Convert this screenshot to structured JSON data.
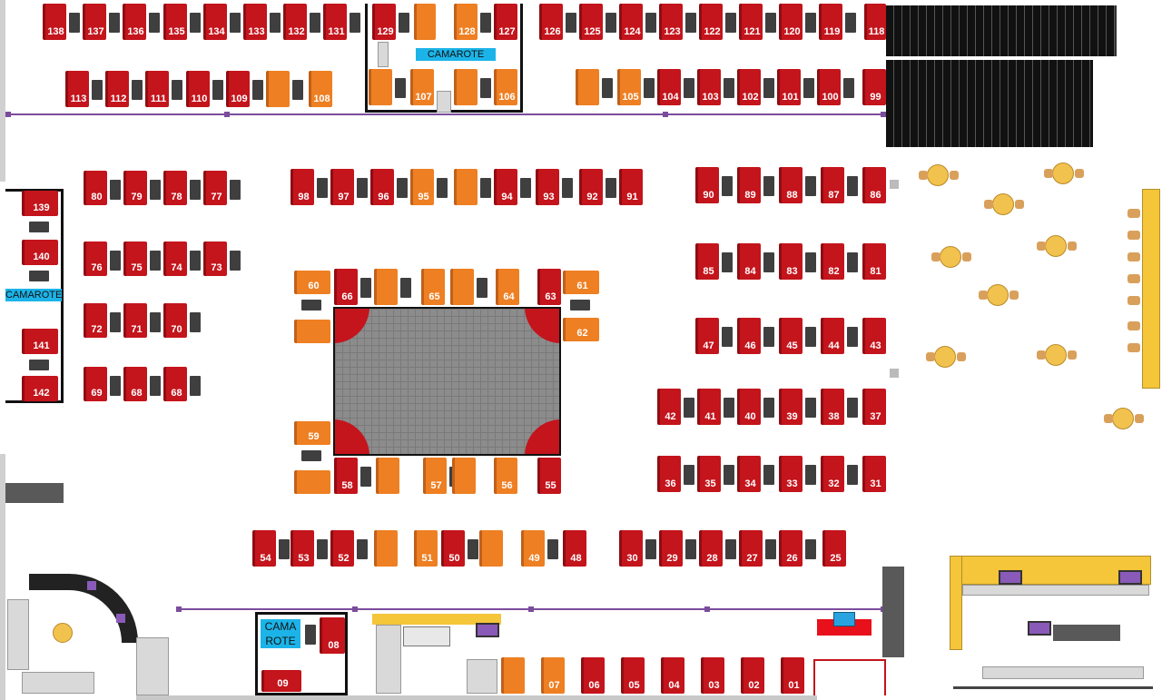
{
  "labels": {
    "camarote_top": "CAMAROTE",
    "camarote_left": "CAMAROTE",
    "camarote_bottom_1": "CAMA",
    "camarote_bottom_2": "ROTE"
  },
  "colors": {
    "red": "#c4141c",
    "orange": "#ee7f22",
    "table": "#3f3f3f",
    "camarote": "#1cb4e8",
    "line": "#7b4c9c"
  },
  "icons": [
    "round-table-icon",
    "stair-icon",
    "monitor-icon",
    "laptop-icon",
    "sink-icon"
  ],
  "seats": [
    {
      "n": "138",
      "c": "red"
    },
    {
      "n": "137",
      "c": "red"
    },
    {
      "n": "136",
      "c": "red"
    },
    {
      "n": "135",
      "c": "red"
    },
    {
      "n": "134",
      "c": "red"
    },
    {
      "n": "133",
      "c": "red"
    },
    {
      "n": "132",
      "c": "red"
    },
    {
      "n": "131",
      "c": "red"
    },
    {
      "n": "129",
      "c": "red"
    },
    {
      "n": "",
      "c": "orange"
    },
    {
      "n": "128",
      "c": "orange"
    },
    {
      "n": "127",
      "c": "red"
    },
    {
      "n": "126",
      "c": "red"
    },
    {
      "n": "125",
      "c": "red"
    },
    {
      "n": "124",
      "c": "red"
    },
    {
      "n": "123",
      "c": "red"
    },
    {
      "n": "122",
      "c": "red"
    },
    {
      "n": "121",
      "c": "red"
    },
    {
      "n": "120",
      "c": "red"
    },
    {
      "n": "119",
      "c": "red"
    },
    {
      "n": "118",
      "c": "red"
    },
    {
      "n": "113",
      "c": "red"
    },
    {
      "n": "112",
      "c": "red"
    },
    {
      "n": "111",
      "c": "red"
    },
    {
      "n": "110",
      "c": "red"
    },
    {
      "n": "109",
      "c": "red"
    },
    {
      "n": "",
      "c": "orange"
    },
    {
      "n": "108",
      "c": "orange"
    },
    {
      "n": "",
      "c": "orange"
    },
    {
      "n": "107",
      "c": "orange"
    },
    {
      "n": "",
      "c": "orange"
    },
    {
      "n": "106",
      "c": "orange"
    },
    {
      "n": "",
      "c": "orange"
    },
    {
      "n": "105",
      "c": "orange"
    },
    {
      "n": "104",
      "c": "red"
    },
    {
      "n": "103",
      "c": "red"
    },
    {
      "n": "102",
      "c": "red"
    },
    {
      "n": "101",
      "c": "red"
    },
    {
      "n": "100",
      "c": "red"
    },
    {
      "n": "99",
      "c": "red"
    },
    {
      "n": "80",
      "c": "red"
    },
    {
      "n": "79",
      "c": "red"
    },
    {
      "n": "78",
      "c": "red"
    },
    {
      "n": "77",
      "c": "red"
    },
    {
      "n": "98",
      "c": "red"
    },
    {
      "n": "97",
      "c": "red"
    },
    {
      "n": "96",
      "c": "red"
    },
    {
      "n": "95",
      "c": "orange"
    },
    {
      "n": "",
      "c": "orange"
    },
    {
      "n": "94",
      "c": "red"
    },
    {
      "n": "93",
      "c": "red"
    },
    {
      "n": "92",
      "c": "red"
    },
    {
      "n": "91",
      "c": "red"
    },
    {
      "n": "90",
      "c": "red"
    },
    {
      "n": "89",
      "c": "red"
    },
    {
      "n": "88",
      "c": "red"
    },
    {
      "n": "87",
      "c": "red"
    },
    {
      "n": "86",
      "c": "red"
    },
    {
      "n": "76",
      "c": "red"
    },
    {
      "n": "75",
      "c": "red"
    },
    {
      "n": "74",
      "c": "red"
    },
    {
      "n": "73",
      "c": "red"
    },
    {
      "n": "85",
      "c": "red"
    },
    {
      "n": "84",
      "c": "red"
    },
    {
      "n": "83",
      "c": "red"
    },
    {
      "n": "82",
      "c": "red"
    },
    {
      "n": "81",
      "c": "red"
    },
    {
      "n": "72",
      "c": "red"
    },
    {
      "n": "71",
      "c": "red"
    },
    {
      "n": "70",
      "c": "red"
    },
    {
      "n": "47",
      "c": "red"
    },
    {
      "n": "46",
      "c": "red"
    },
    {
      "n": "45",
      "c": "red"
    },
    {
      "n": "44",
      "c": "red"
    },
    {
      "n": "43",
      "c": "red"
    },
    {
      "n": "69",
      "c": "red"
    },
    {
      "n": "68",
      "c": "red"
    },
    {
      "n": "68",
      "c": "red"
    },
    {
      "n": "42",
      "c": "red"
    },
    {
      "n": "41",
      "c": "red"
    },
    {
      "n": "40",
      "c": "red"
    },
    {
      "n": "39",
      "c": "red"
    },
    {
      "n": "38",
      "c": "red"
    },
    {
      "n": "37",
      "c": "red"
    },
    {
      "n": "36",
      "c": "red"
    },
    {
      "n": "35",
      "c": "red"
    },
    {
      "n": "34",
      "c": "red"
    },
    {
      "n": "33",
      "c": "red"
    },
    {
      "n": "32",
      "c": "red"
    },
    {
      "n": "31",
      "c": "red"
    },
    {
      "n": "60",
      "c": "orange"
    },
    {
      "n": "",
      "c": "orange"
    },
    {
      "n": "66",
      "c": "red"
    },
    {
      "n": "",
      "c": "orange"
    },
    {
      "n": "65",
      "c": "orange"
    },
    {
      "n": "",
      "c": "orange"
    },
    {
      "n": "64",
      "c": "orange"
    },
    {
      "n": "63",
      "c": "red"
    },
    {
      "n": "61",
      "c": "orange"
    },
    {
      "n": "62",
      "c": "orange"
    },
    {
      "n": "59",
      "c": "orange"
    },
    {
      "n": "",
      "c": "orange"
    },
    {
      "n": "58",
      "c": "red"
    },
    {
      "n": "",
      "c": "orange"
    },
    {
      "n": "57",
      "c": "orange"
    },
    {
      "n": "",
      "c": "orange"
    },
    {
      "n": "56",
      "c": "orange"
    },
    {
      "n": "55",
      "c": "red"
    },
    {
      "n": "54",
      "c": "red"
    },
    {
      "n": "53",
      "c": "red"
    },
    {
      "n": "52",
      "c": "red"
    },
    {
      "n": "",
      "c": "orange"
    },
    {
      "n": "51",
      "c": "orange"
    },
    {
      "n": "50",
      "c": "red"
    },
    {
      "n": "",
      "c": "orange"
    },
    {
      "n": "49",
      "c": "orange"
    },
    {
      "n": "48",
      "c": "red"
    },
    {
      "n": "30",
      "c": "red"
    },
    {
      "n": "29",
      "c": "red"
    },
    {
      "n": "28",
      "c": "red"
    },
    {
      "n": "27",
      "c": "red"
    },
    {
      "n": "26",
      "c": "red"
    },
    {
      "n": "25",
      "c": "red"
    },
    {
      "n": "139",
      "c": "red"
    },
    {
      "n": "140",
      "c": "red"
    },
    {
      "n": "141",
      "c": "red"
    },
    {
      "n": "142",
      "c": "red"
    },
    {
      "n": "08",
      "c": "red"
    },
    {
      "n": "09",
      "c": "red"
    },
    {
      "n": "",
      "c": "orange"
    },
    {
      "n": "07",
      "c": "orange"
    },
    {
      "n": "06",
      "c": "red"
    },
    {
      "n": "05",
      "c": "red"
    },
    {
      "n": "04",
      "c": "red"
    },
    {
      "n": "03",
      "c": "red"
    },
    {
      "n": "02",
      "c": "red"
    },
    {
      "n": "01",
      "c": "red"
    }
  ]
}
